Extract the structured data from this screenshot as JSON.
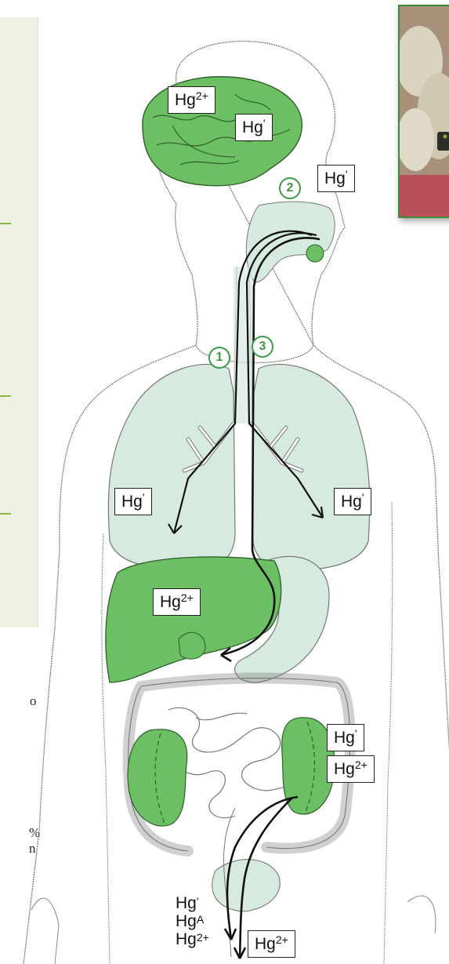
{
  "colors": {
    "organ_green": "#6cbf62",
    "organ_pale": "#d6eadf",
    "outline": "#777777",
    "label_border": "#222222",
    "route_circle": "#3c9a46",
    "sidebar_bg": "#edf2e2",
    "sidebar_accent": "#7dba46"
  },
  "sidebar": {
    "fragments": [
      "o",
      "%",
      "n"
    ]
  },
  "labels": {
    "brain_left": {
      "base": "Hg",
      "sup": "2+"
    },
    "brain_right": {
      "base": "Hg",
      "sup": "'"
    },
    "mouth": {
      "base": "Hg",
      "sup": "'"
    },
    "lung_left": {
      "base": "Hg",
      "sup": "'"
    },
    "lung_right": {
      "base": "Hg",
      "sup": "'"
    },
    "liver": {
      "base": "Hg",
      "sup": "2+"
    },
    "kidney_top": {
      "base": "Hg",
      "sup": "'"
    },
    "kidney_bottom": {
      "base": "Hg",
      "sup": "2+"
    },
    "excretion_1": {
      "base": "Hg",
      "sup": "'"
    },
    "excretion_2": {
      "base": "Hg",
      "sup": "A"
    },
    "excretion_3": {
      "base": "Hg",
      "sup": "2+"
    },
    "urine": {
      "base": "Hg",
      "sup": "2+"
    }
  },
  "routes": [
    "1",
    "2",
    "3"
  ],
  "photo": {
    "icon": "dental-amalgam-photo"
  }
}
